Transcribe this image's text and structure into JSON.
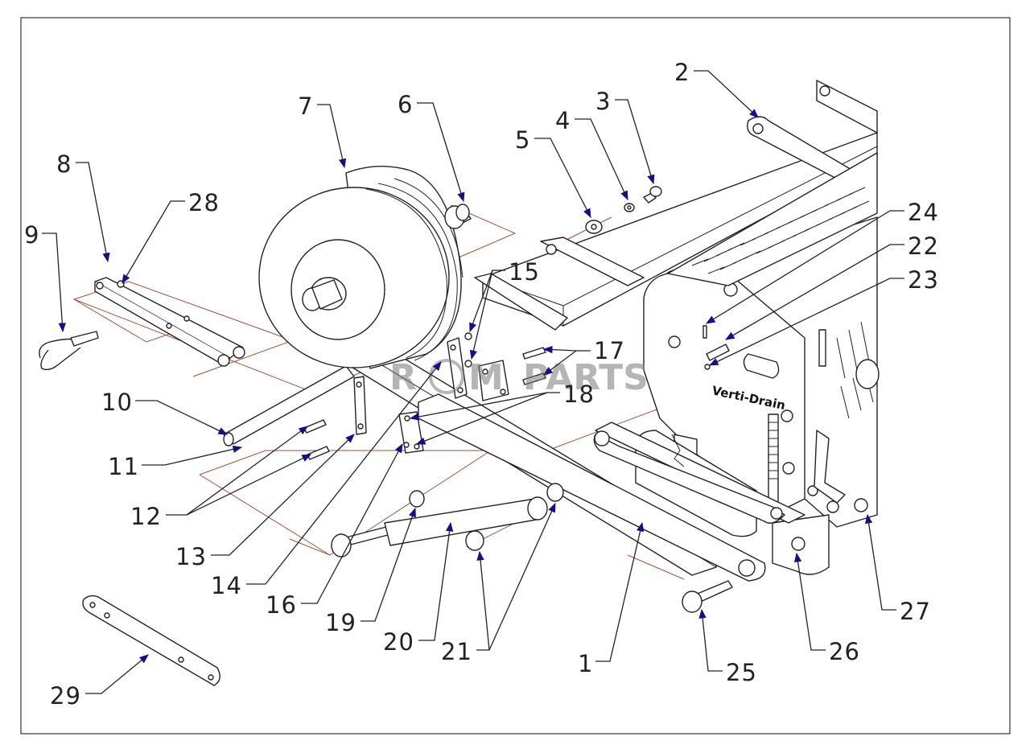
{
  "diagram": {
    "brand_label": "Verti-Drain",
    "watermark": {
      "left": "R",
      "mid": "M",
      "right": "PARTS"
    },
    "callouts": [
      "1",
      "2",
      "3",
      "4",
      "5",
      "6",
      "7",
      "8",
      "9",
      "10",
      "11",
      "12",
      "13",
      "14",
      "15",
      "16",
      "17",
      "18",
      "19",
      "20",
      "21",
      "22",
      "23",
      "24",
      "25",
      "26",
      "27",
      "28",
      "29"
    ]
  }
}
